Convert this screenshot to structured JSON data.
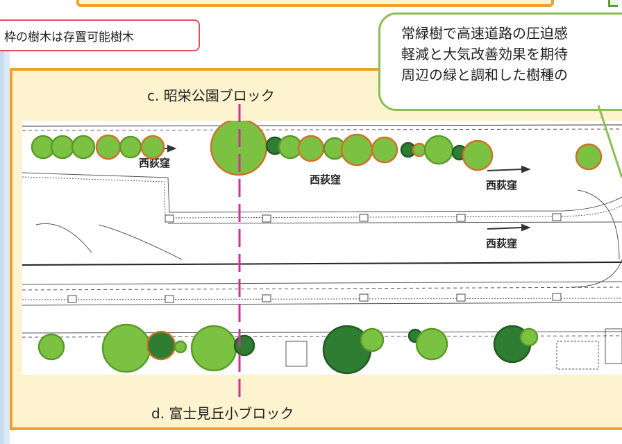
{
  "notes": {
    "red_note_text": "枠の樹木は存置可能樹木",
    "green_note_lines": [
      "常緑樹で高速道路の圧迫感",
      "軽減と大気改善効果を期待",
      "周辺の緑と調和した樹種の"
    ]
  },
  "blocks": {
    "upper_label": "c. 昭栄公園ブロック",
    "lower_label": "d. 富士見丘小ブロック"
  },
  "map_text": {
    "lane_labels": [
      "西荻窪",
      "西荻窪",
      "西荻窪",
      "西荻窪"
    ]
  },
  "colors": {
    "frame_orange": "#f0a030",
    "panel_cream": "#fdf3cf",
    "note_red": "#e0525a",
    "note_green": "#8cbd55",
    "section_line": "#c8339a",
    "tree_light": "#7cc242",
    "tree_dark": "#2e7d32",
    "tree_keep_outline": "#d0702a"
  }
}
